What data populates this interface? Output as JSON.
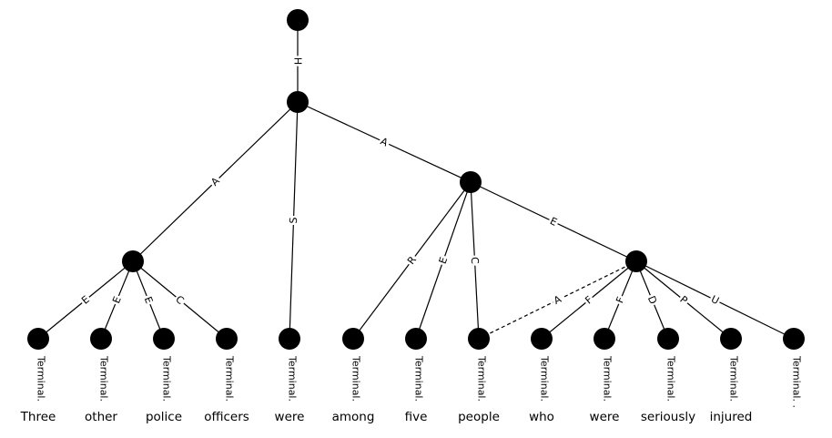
{
  "nodes": [
    {
      "id": "root"
    },
    {
      "id": "n1"
    },
    {
      "id": "n2"
    },
    {
      "id": "n3"
    },
    {
      "id": "n4"
    },
    {
      "id": "t1",
      "label": "Terminal.",
      "word": "Three"
    },
    {
      "id": "t2",
      "label": "Terminal.",
      "word": "other"
    },
    {
      "id": "t3",
      "label": "Terminal.",
      "word": "police"
    },
    {
      "id": "t4",
      "label": "Terminal.",
      "word": "officers"
    },
    {
      "id": "t5",
      "label": "Terminal.",
      "word": "were"
    },
    {
      "id": "t6",
      "label": "Terminal.",
      "word": "among"
    },
    {
      "id": "t7",
      "label": "Terminal.",
      "word": "five"
    },
    {
      "id": "t8",
      "label": "Terminal.",
      "word": "people"
    },
    {
      "id": "t9",
      "label": "Terminal.",
      "word": "who"
    },
    {
      "id": "t10",
      "label": "Terminal.",
      "word": "were"
    },
    {
      "id": "t11",
      "label": "Terminal.",
      "word": "seriously"
    },
    {
      "id": "t12",
      "label": "Terminal.",
      "word": "injured"
    },
    {
      "id": "t13",
      "label": "Terminal. .",
      "word": ""
    }
  ],
  "edges": [
    {
      "from": "root",
      "to": "n1",
      "label": "H",
      "dashed": false
    },
    {
      "from": "n1",
      "to": "n2",
      "label": "A",
      "dashed": false
    },
    {
      "from": "n1",
      "to": "t5",
      "label": "S",
      "dashed": false
    },
    {
      "from": "n1",
      "to": "n3",
      "label": "A",
      "dashed": false
    },
    {
      "from": "n2",
      "to": "t1",
      "label": "E",
      "dashed": false
    },
    {
      "from": "n2",
      "to": "t2",
      "label": "E",
      "dashed": false
    },
    {
      "from": "n2",
      "to": "t3",
      "label": "E",
      "dashed": false
    },
    {
      "from": "n2",
      "to": "t4",
      "label": "C",
      "dashed": false
    },
    {
      "from": "n3",
      "to": "t6",
      "label": "R",
      "dashed": false
    },
    {
      "from": "n3",
      "to": "t7",
      "label": "E",
      "dashed": false
    },
    {
      "from": "n3",
      "to": "t8",
      "label": "C",
      "dashed": false
    },
    {
      "from": "n3",
      "to": "n4",
      "label": "E",
      "dashed": false
    },
    {
      "from": "n4",
      "to": "t8",
      "label": "A",
      "dashed": true
    },
    {
      "from": "n4",
      "to": "t9",
      "label": "F",
      "dashed": false
    },
    {
      "from": "n4",
      "to": "t10",
      "label": "F",
      "dashed": false
    },
    {
      "from": "n4",
      "to": "t11",
      "label": "D",
      "dashed": false
    },
    {
      "from": "n4",
      "to": "t12",
      "label": "P",
      "dashed": false
    },
    {
      "from": "n4",
      "to": "t13",
      "label": "U",
      "dashed": false
    }
  ]
}
